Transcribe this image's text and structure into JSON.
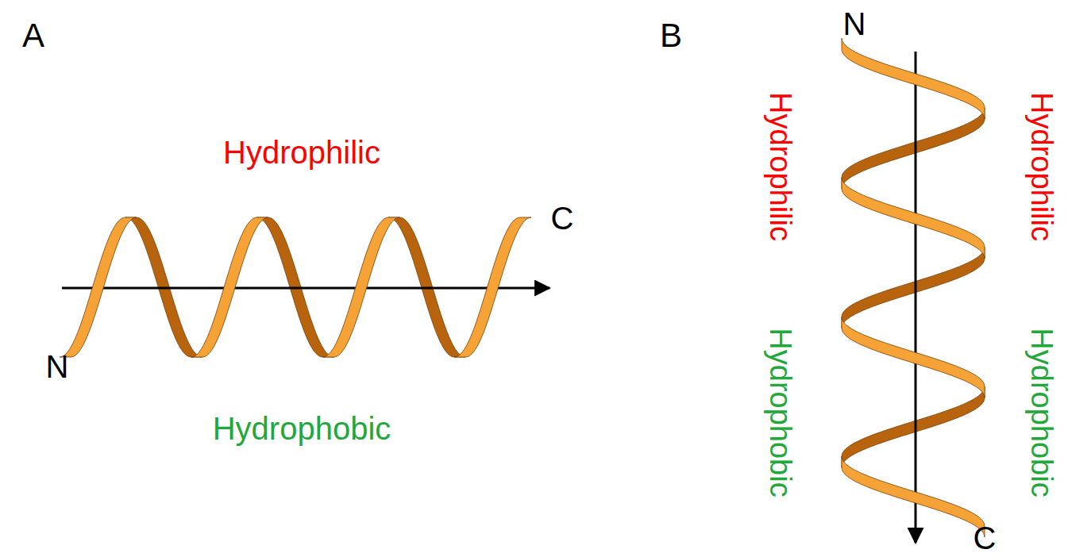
{
  "diagram": {
    "labels": [
      "A",
      "Hydrophilic",
      "N",
      "C",
      "Hydrophobic",
      "B",
      "N",
      "Hydrophilic",
      "Hydrophobic",
      "Hydrophilic",
      "Hydrophobic",
      "C"
    ]
  }
}
